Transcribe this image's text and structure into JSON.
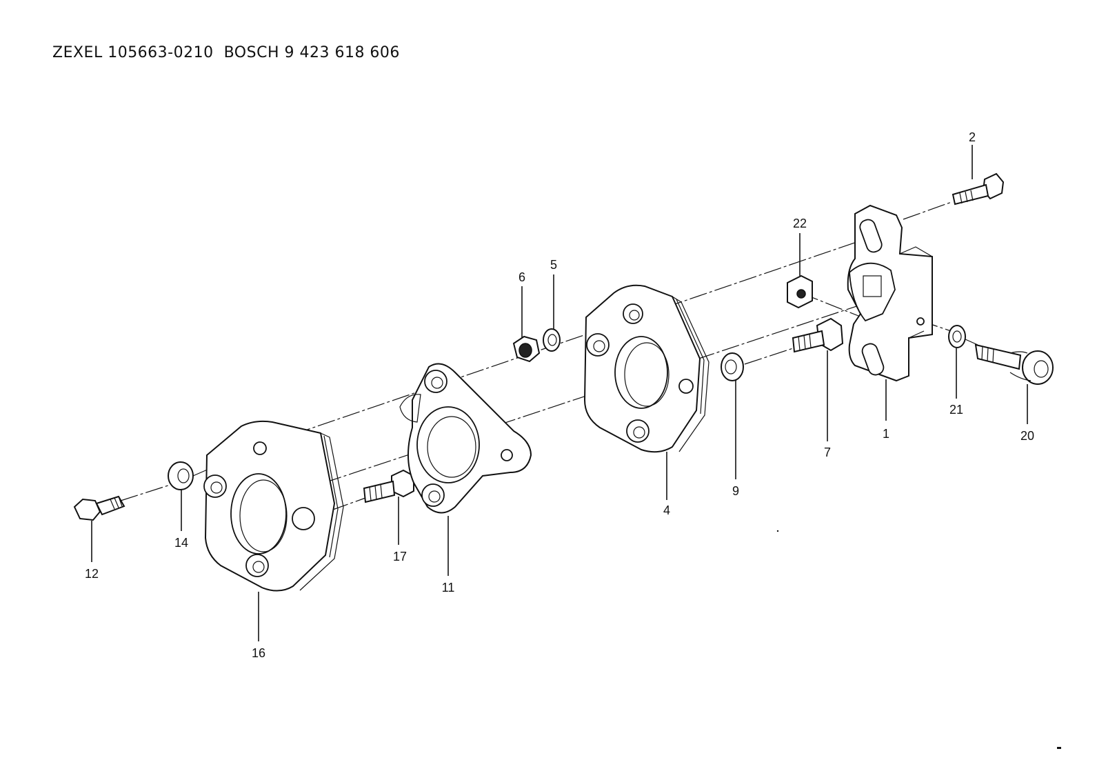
{
  "header": {
    "title": "ZEXEL 105663-0210  BOSCH 9 423 618 606"
  },
  "callouts": [
    {
      "id": "1",
      "text": "1"
    },
    {
      "id": "2",
      "text": "2"
    },
    {
      "id": "4",
      "text": "4"
    },
    {
      "id": "5",
      "text": "5"
    },
    {
      "id": "6",
      "text": "6"
    },
    {
      "id": "7",
      "text": "7"
    },
    {
      "id": "9",
      "text": "9"
    },
    {
      "id": "11",
      "text": "11"
    },
    {
      "id": "12",
      "text": "12"
    },
    {
      "id": "14",
      "text": "14"
    },
    {
      "id": "16",
      "text": "16"
    },
    {
      "id": "17",
      "text": "17"
    },
    {
      "id": "20",
      "text": "20"
    },
    {
      "id": "21",
      "text": "21"
    },
    {
      "id": "22",
      "text": "22"
    }
  ]
}
